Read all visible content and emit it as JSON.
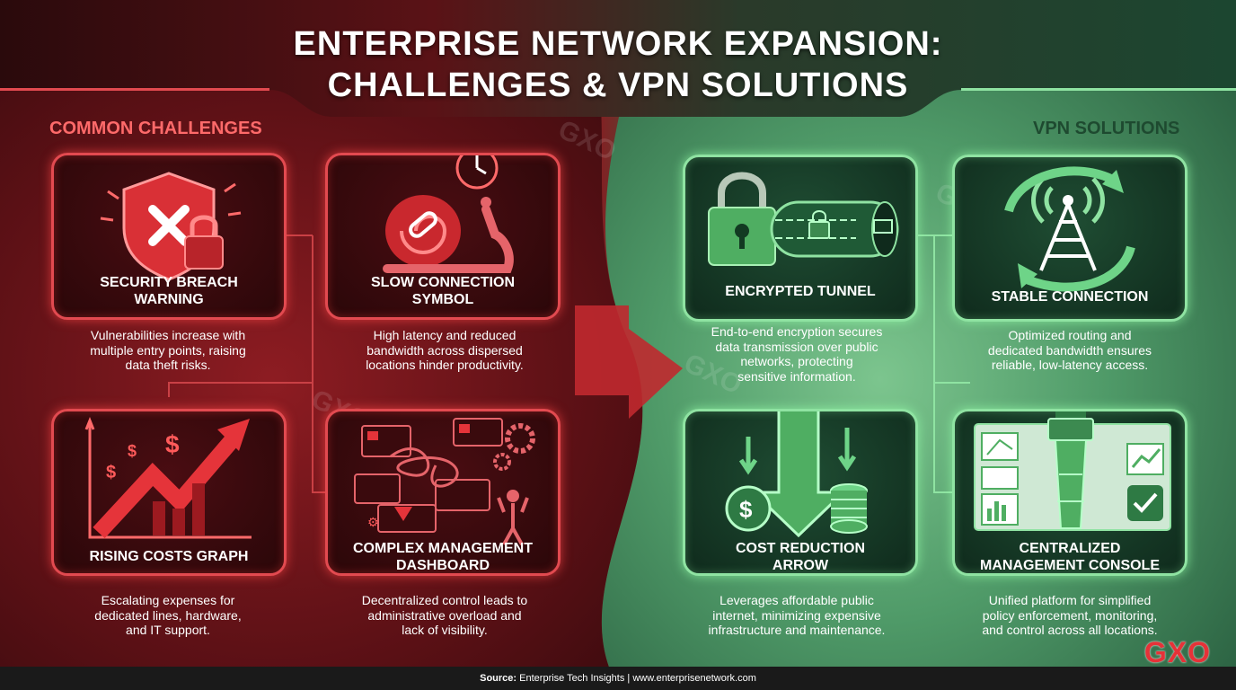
{
  "title": {
    "line1": "ENTERPRISE NETWORK EXPANSION:",
    "line2": "CHALLENGES & VPN SOLUTIONS"
  },
  "challenges": {
    "label": "COMMON CHALLENGES",
    "items": [
      {
        "title1": "SECURITY BREACH",
        "title2": "WARNING",
        "desc1": "Vulnerabilities increase with",
        "desc2": "multiple entry points, raising",
        "desc3": "data theft risks.",
        "icon": "shield-broken-lock-icon"
      },
      {
        "title1": "SLOW CONNECTION",
        "title2": "SYMBOL",
        "desc1": "High latency and reduced",
        "desc2": "bandwidth across dispersed",
        "desc3": "locations hinder productivity.",
        "icon": "snail-chain-clock-icon"
      },
      {
        "title1": "RISING COSTS GRAPH",
        "title2": "",
        "desc1": "Escalating expenses for",
        "desc2": "dedicated lines, hardware,",
        "desc3": "and IT support.",
        "icon": "rising-arrow-dollar-icon"
      },
      {
        "title1": "COMPLEX MANAGEMENT",
        "title2": "DASHBOARD",
        "desc1": "Decentralized control leads to",
        "desc2": "administrative overload and",
        "desc3": "lack of visibility.",
        "icon": "tangled-dashboard-icon"
      }
    ]
  },
  "solutions": {
    "label": "VPN SOLUTIONS",
    "items": [
      {
        "title1": "ENCRYPTED TUNNEL",
        "title2": "",
        "desc1": "End-to-end encryption secures",
        "desc2": "data transmission over public",
        "desc3": "networks, protecting",
        "desc4": "sensitive information.",
        "icon": "padlock-tunnel-icon"
      },
      {
        "title1": "STABLE CONNECTION",
        "title2": "",
        "desc1": "Optimized routing and",
        "desc2": "dedicated bandwidth ensures",
        "desc3": "reliable, low-latency access.",
        "icon": "signal-tower-cycle-icon"
      },
      {
        "title1": "COST REDUCTION",
        "title2": "ARROW",
        "desc1": "Leverages affordable public",
        "desc2": "internet, minimizing expensive",
        "desc3": "infrastructure and maintenance.",
        "icon": "down-arrow-coins-icon"
      },
      {
        "title1": "CENTRALIZED",
        "title2": "MANAGEMENT CONSOLE",
        "desc1": "Unified platform for simplified",
        "desc2": "policy enforcement, monitoring,",
        "desc3": "and control across all locations.",
        "icon": "control-tower-console-icon"
      }
    ]
  },
  "source": {
    "label": "Source:",
    "text": "Enterprise Tech Insights | www.enterprisenetwork.com"
  },
  "brand": "GXO",
  "watermark": "GXO",
  "colors": {
    "challenge_accent": "#e24a50",
    "solution_accent": "#8fe3a2",
    "challenge_label": "#ff6a6a",
    "solution_label": "#1e4a30"
  }
}
